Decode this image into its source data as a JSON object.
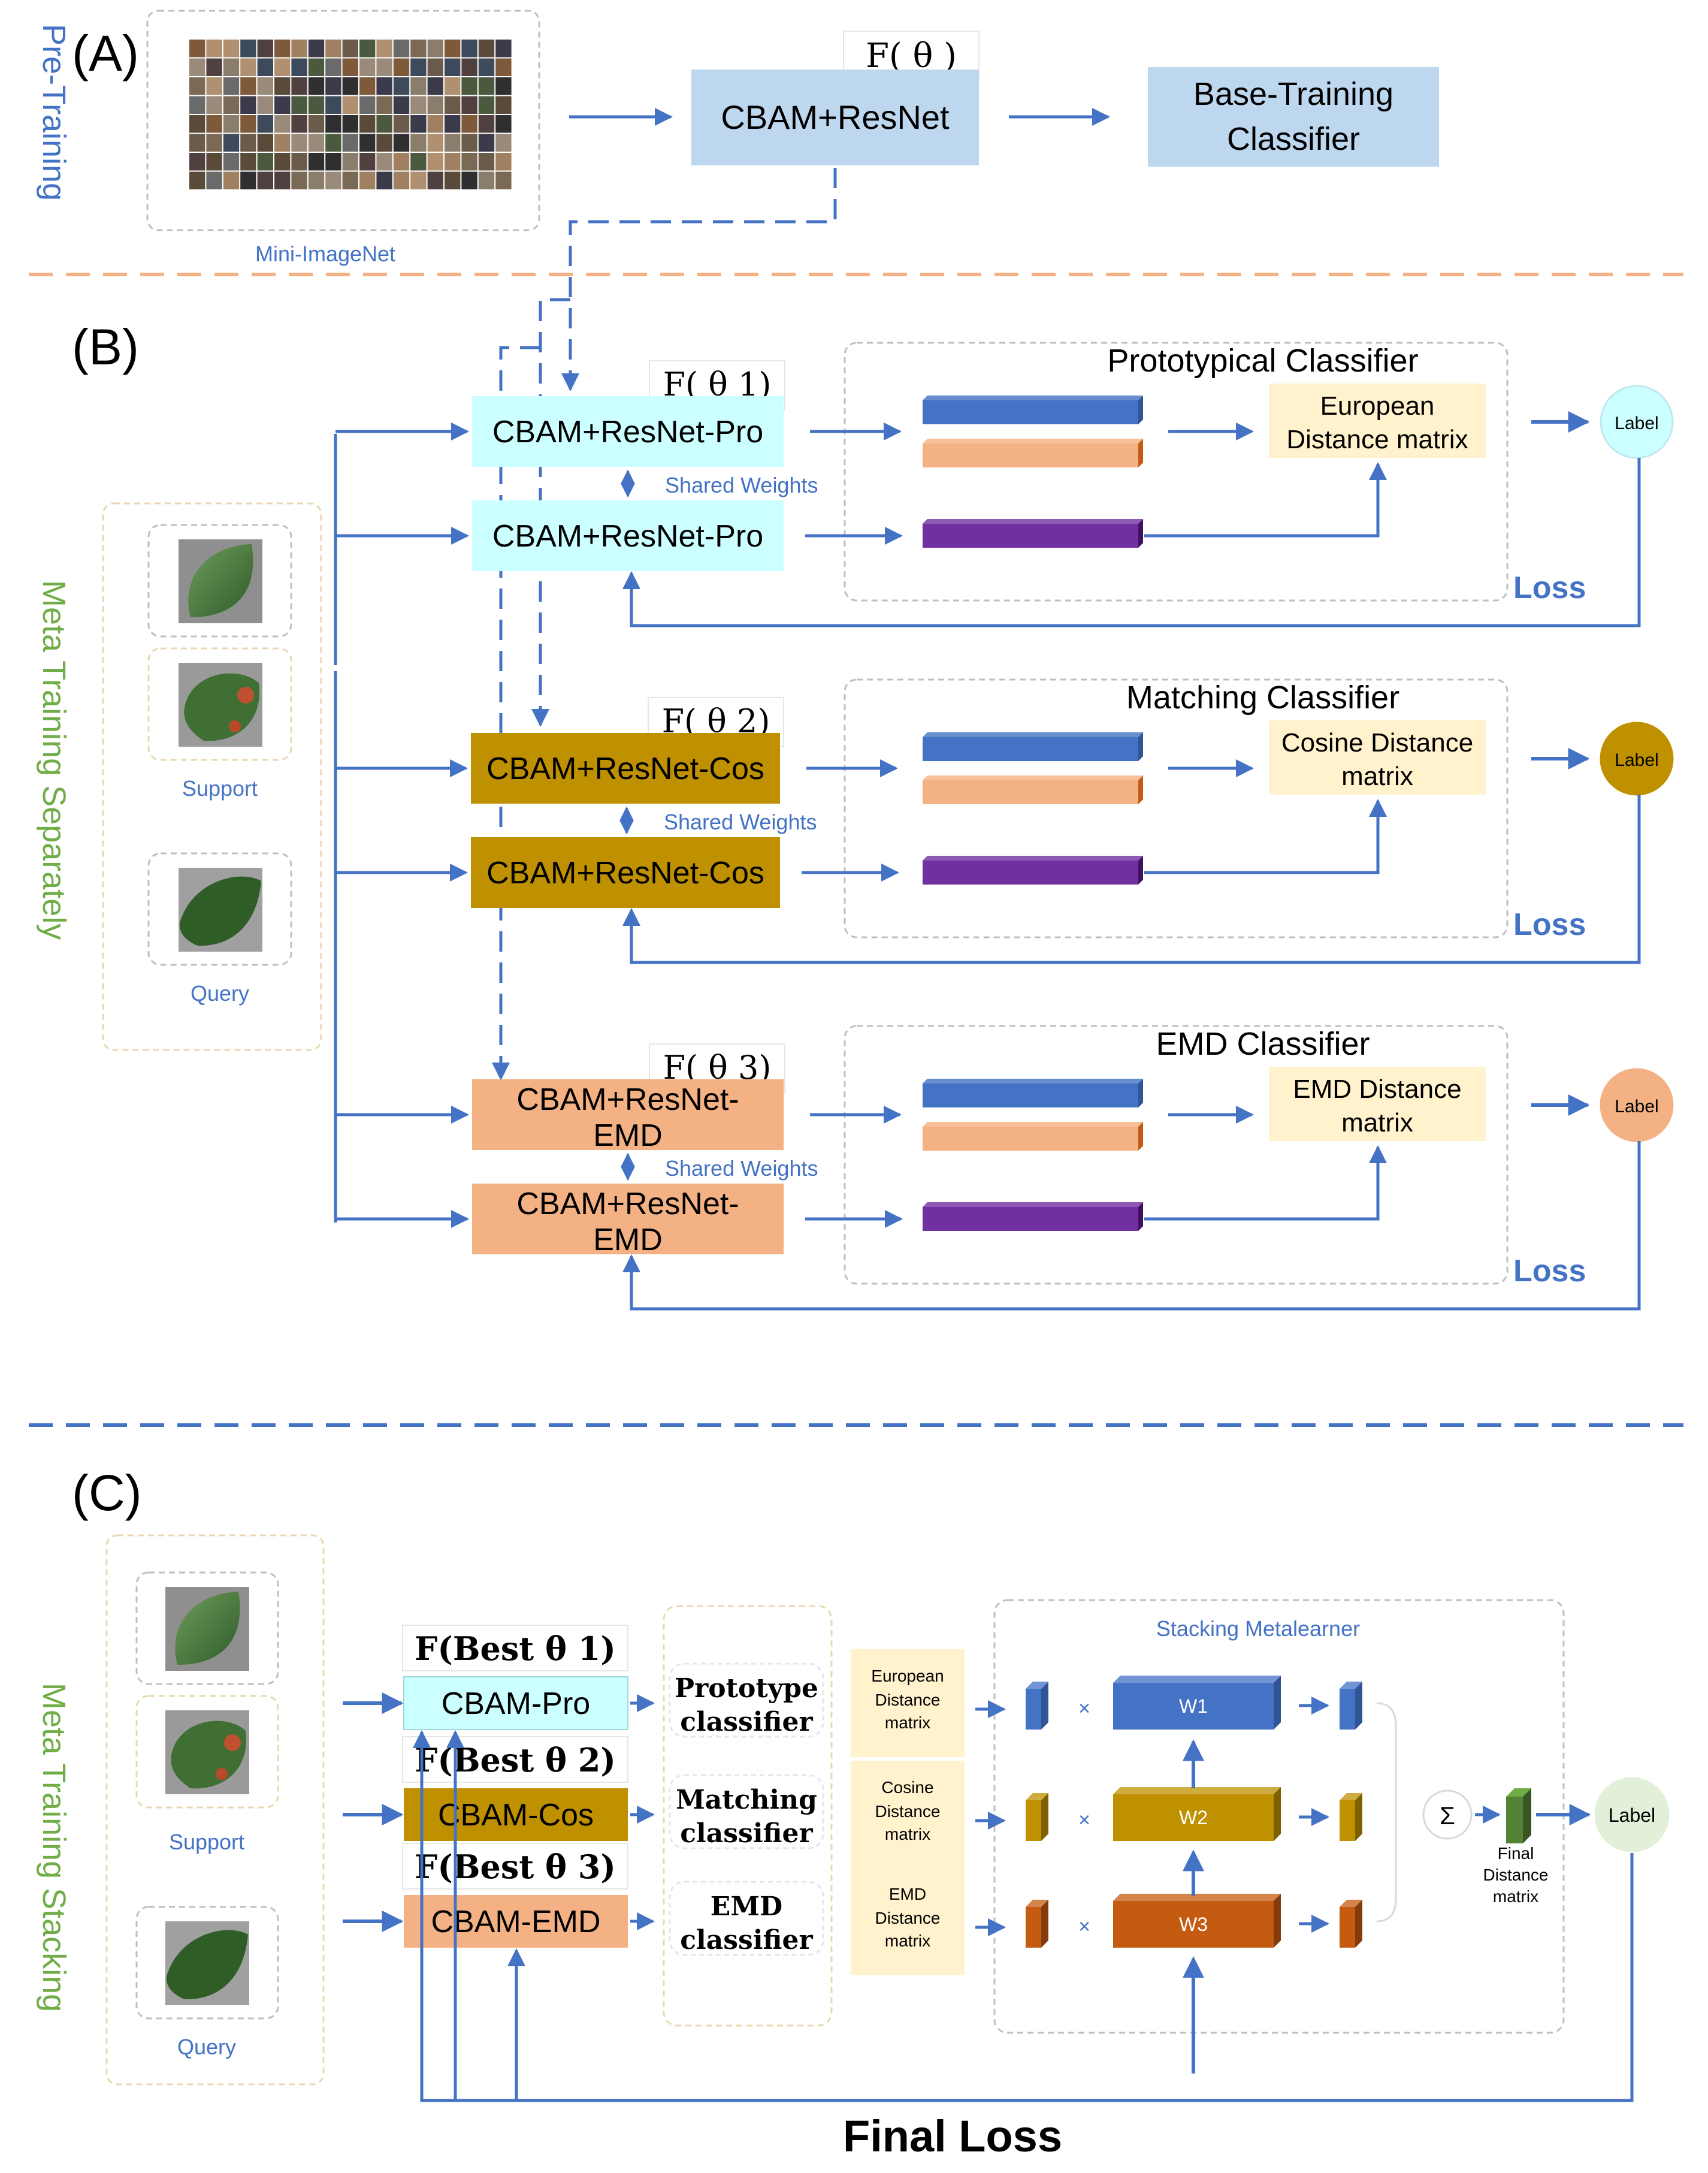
{
  "colors": {
    "arrow": "#4472c4",
    "divider_orange": "#f4b183",
    "divider_blue": "#4472c4",
    "label_blue": "#4472c4",
    "label_green": "#70ad47",
    "loss_blue": "#4472c4",
    "box_light_blue": "#bdd7ee",
    "box_cyan": "#ccffff",
    "box_gold": "#bf9000",
    "box_salmon": "#f4b183",
    "box_cream": "#fff2cc",
    "bar_blue": "#4472c4",
    "bar_peach": "#f4b183",
    "bar_purple": "#7030a0",
    "bar_gold": "#bf9000",
    "bar_orange": "#c55a11",
    "bar_green": "#548235",
    "circle_cyan": "#ccffff",
    "circle_gold": "#bf9000",
    "circle_salmon": "#f4b183",
    "circle_green": "#e2efd9"
  },
  "sectionA": {
    "tag": "(A)",
    "side_label": "Pre-Training",
    "dataset_caption": "Mini-ImageNet",
    "theta_label": "F( θ )",
    "encoder_label": "CBAM+ResNet",
    "classifier_label_line1": "Base-Training",
    "classifier_label_line2": "Classifier"
  },
  "sectionB": {
    "tag": "(B)",
    "side_label": "Meta Training Separately",
    "support_caption": "Support",
    "query_caption": "Query",
    "shared_weights": "Shared Weights",
    "loss": "Loss",
    "label": "Label",
    "branches": [
      {
        "theta": "F( θ 1)",
        "encoder": "CBAM+ResNet-Pro",
        "encoder_line1": "",
        "encoder_line2": "",
        "classifier_title": "Prototypical Classifier",
        "matrix_line1": "European",
        "matrix_line2": "Distance matrix"
      },
      {
        "theta": "F( θ 2)",
        "encoder": "CBAM+ResNet-Cos",
        "encoder_line1": "",
        "encoder_line2": "",
        "classifier_title": "Matching Classifier",
        "matrix_line1": "Cosine Distance",
        "matrix_line2": "matrix"
      },
      {
        "theta": "F( θ 3)",
        "encoder": "",
        "encoder_line1": "CBAM+ResNet-",
        "encoder_line2": "EMD",
        "classifier_title": "EMD Classifier",
        "matrix_line1": "EMD Distance",
        "matrix_line2": "matrix"
      }
    ]
  },
  "sectionC": {
    "tag": "(C)",
    "side_label": "Meta Training Stacking",
    "support_caption": "Support",
    "query_caption": "Query",
    "rows": [
      {
        "best_theta": "F(Best θ 1)",
        "encoder": "CBAM-Pro",
        "classifier_line1": "Prototype",
        "classifier_line2": "classifier",
        "matrix_line1": "European",
        "matrix_line2": "Distance",
        "matrix_line3": "matrix",
        "weight": "W1"
      },
      {
        "best_theta": "F(Best θ 2)",
        "encoder": "CBAM-Cos",
        "classifier_line1": "Matching",
        "classifier_line2": "classifier",
        "matrix_line1": "Cosine",
        "matrix_line2": "Distance",
        "matrix_line3": "matrix",
        "weight": "W2"
      },
      {
        "best_theta": "F(Best θ 3)",
        "encoder": "CBAM-EMD",
        "classifier_line1": "EMD",
        "classifier_line2": "classifier",
        "matrix_line1": "EMD",
        "matrix_line2": "Distance",
        "matrix_line3": "matrix",
        "weight": "W3"
      }
    ],
    "metalearner_title": "Stacking Metalearner",
    "times_symbol": "×",
    "sum_symbol": "Σ",
    "final_line1": "Final",
    "final_line2": "Distance",
    "final_line3": "matrix",
    "label": "Label",
    "final_loss": "Final Loss"
  }
}
